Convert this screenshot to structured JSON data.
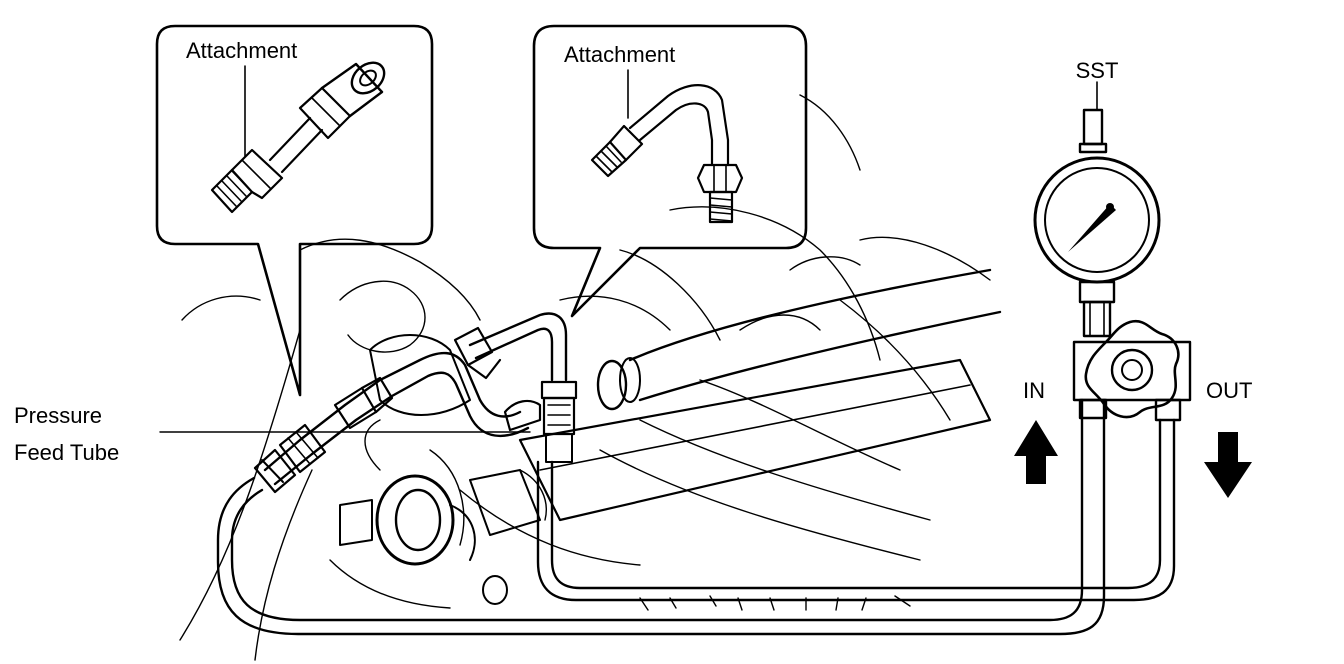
{
  "labels": {
    "attachment_left": "Attachment",
    "attachment_right": "Attachment",
    "sst": "SST",
    "pressure_feed_tube_line1": "Pressure",
    "pressure_feed_tube_line2": "Feed Tube",
    "in": "IN",
    "out": "OUT"
  },
  "icons": {
    "in_arrow": "arrow-up-icon",
    "out_arrow": "arrow-down-icon",
    "gauge": "pressure-gauge-icon"
  },
  "colors": {
    "ink": "#000000",
    "paper": "#ffffff"
  }
}
